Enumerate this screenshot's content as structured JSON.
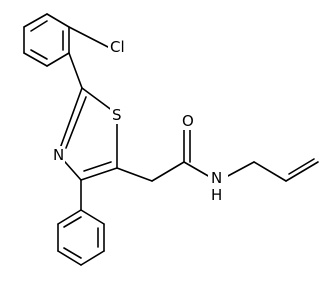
{
  "molecule": {
    "atom_labels": {
      "chlorine": "Cl",
      "sulfur": "S",
      "nitrogen_ring": "N",
      "oxygen": "O",
      "amide_nh": "N",
      "amide_h": "H"
    }
  }
}
